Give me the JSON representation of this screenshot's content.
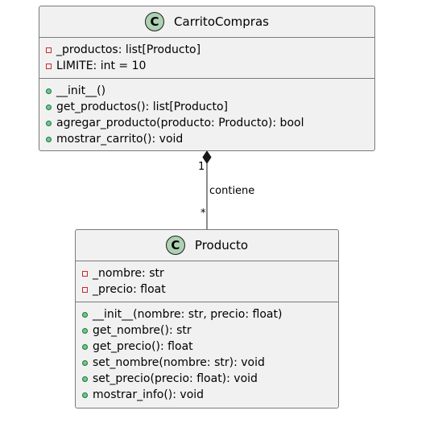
{
  "classes": {
    "carrito": {
      "stereotype": "C",
      "name": "CarritoCompras",
      "attributes": [
        {
          "visibility": "private",
          "text": "_productos: list[Producto]"
        },
        {
          "visibility": "private",
          "text": "LIMITE: int = 10"
        }
      ],
      "methods": [
        {
          "visibility": "public",
          "text": "__init__()"
        },
        {
          "visibility": "public",
          "text": "get_productos(): list[Producto]"
        },
        {
          "visibility": "public",
          "text": "agregar_producto(producto: Producto): bool"
        },
        {
          "visibility": "public",
          "text": "mostrar_carrito(): void"
        }
      ]
    },
    "producto": {
      "stereotype": "C",
      "name": "Producto",
      "attributes": [
        {
          "visibility": "private",
          "text": "_nombre: str"
        },
        {
          "visibility": "private",
          "text": "_precio: float"
        }
      ],
      "methods": [
        {
          "visibility": "public",
          "text": "__init__(nombre: str, precio: float)"
        },
        {
          "visibility": "public",
          "text": "get_nombre(): str"
        },
        {
          "visibility": "public",
          "text": "get_precio(): float"
        },
        {
          "visibility": "public",
          "text": "set_nombre(nombre: str): void"
        },
        {
          "visibility": "public",
          "text": "set_precio(precio: float): void"
        },
        {
          "visibility": "public",
          "text": "mostrar_info(): void"
        }
      ]
    }
  },
  "relation": {
    "type": "composition",
    "label": "contiene",
    "source_multiplicity": "1",
    "target_multiplicity": "*"
  },
  "colors": {
    "box_fill": "#f1f1f1",
    "box_border": "#7a7a7a",
    "stereotype_fill": "#add1b2",
    "private_marker": "#c82930",
    "public_marker": "#038048"
  }
}
